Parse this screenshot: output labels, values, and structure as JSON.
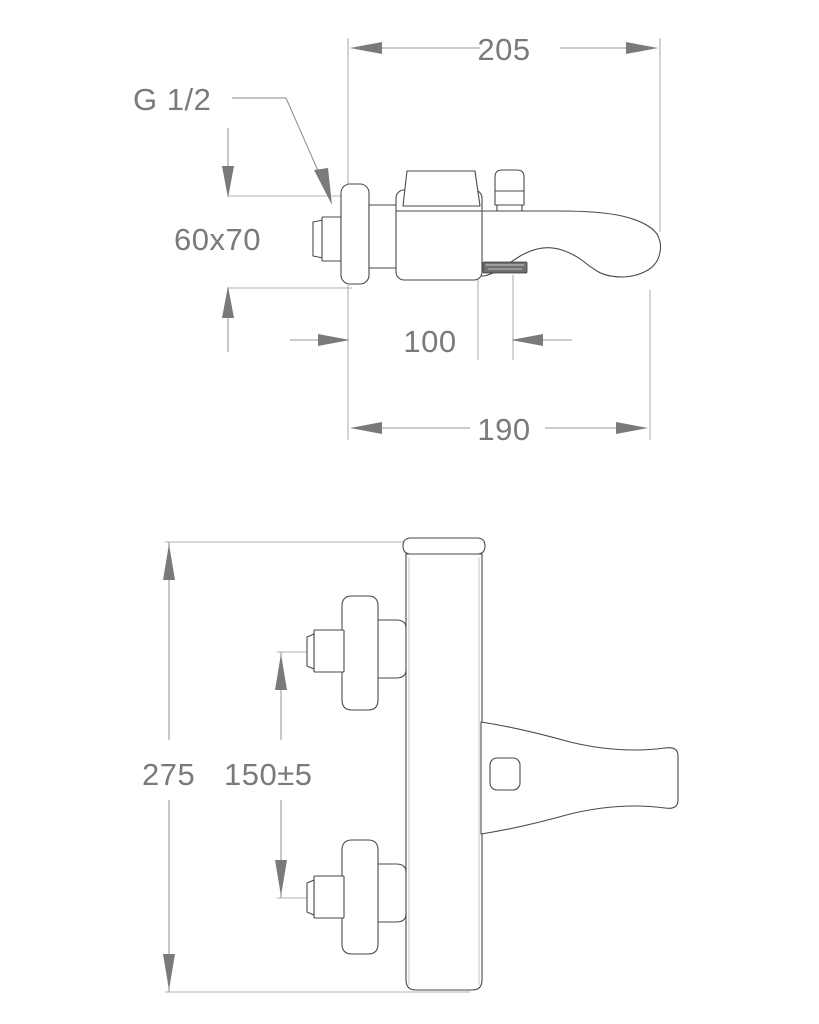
{
  "drawing": {
    "title": "Wall-mounted bath mixer dimensional drawing",
    "views": [
      {
        "name": "side-elevation-top-view",
        "description": "Side elevation of wall-mounted bath/shower mixer with spout"
      },
      {
        "name": "front-elevation-bottom-view",
        "description": "Front elevation showing inlet connectors and spout projection"
      }
    ]
  },
  "dimensions": {
    "overall_length": {
      "value": "205",
      "name": "overall-length-dimension",
      "unit": "mm",
      "view": "side-elevation"
    },
    "spout_projection": {
      "value": "190",
      "name": "spout-projection-dimension",
      "unit": "mm",
      "view": "side-elevation"
    },
    "body_depth": {
      "value": "100",
      "name": "body-depth-dimension",
      "unit": "mm",
      "view": "side-elevation"
    },
    "overall_height": {
      "value": "275",
      "name": "overall-height-dimension",
      "unit": "mm",
      "view": "front-elevation"
    },
    "inlet_centres": {
      "value": "150±5",
      "name": "inlet-centres-dimension",
      "unit": "mm",
      "view": "front-elevation"
    }
  },
  "annotations": {
    "thread_spec": {
      "value": "G 1/2",
      "name": "thread-specification-label"
    },
    "escutcheon_size": {
      "value": "60x70",
      "name": "escutcheon-size-label"
    }
  },
  "colors": {
    "background": "#ffffff",
    "part_stroke": "#4a4a4a",
    "dimension_line": "#9a9a9a",
    "extension_line": "#b0b0b0",
    "text": "#7a7a7a",
    "arrow": "#7a7a7a"
  }
}
